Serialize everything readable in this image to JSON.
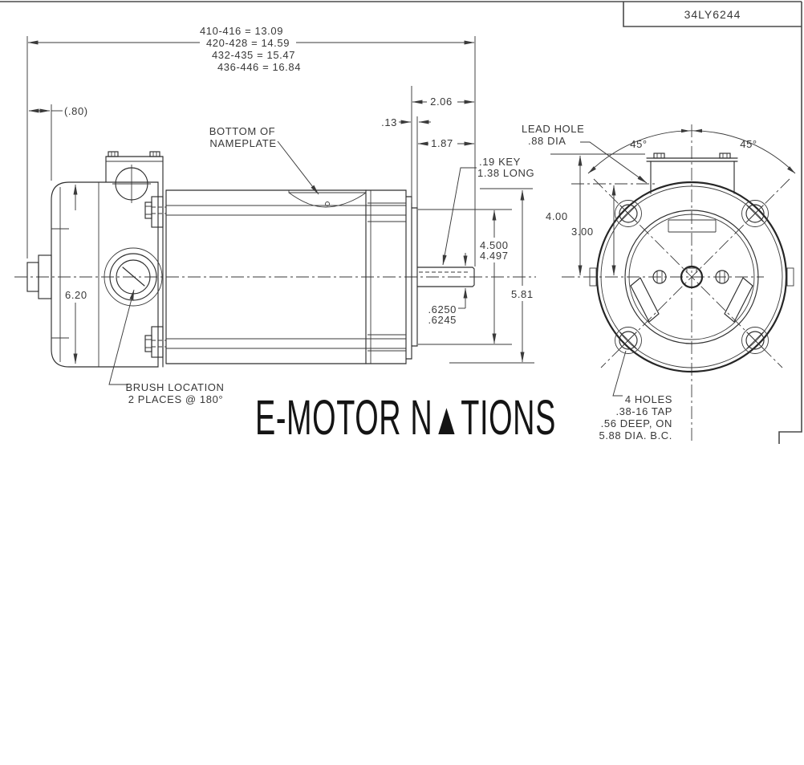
{
  "sheet": {
    "part_number": "34LY6244"
  },
  "colors": {
    "ink": "#2d2d2d",
    "background": "#ffffff"
  },
  "length_table": [
    "410-416 = 13.09",
    "420-428 = 14.59",
    "432-435 = 15.47",
    "436-446 = 16.84"
  ],
  "side_view": {
    "rear_overhang": "(.80)",
    "height": "6.20",
    "nameplate_note_1": "BOTTOM OF",
    "nameplate_note_2": "NAMEPLATE",
    "brush_note_1": "BRUSH LOCATION",
    "brush_note_2": "2 PLACES @ 180°",
    "shaft_ext_face": "2.06",
    "pilot_depth": ".13",
    "shaft_ext_pilot": "1.87",
    "key_note_1": ".19 KEY",
    "key_note_2": "1.38 LONG",
    "pilot_dia_max": "4.500",
    "pilot_dia_min": "4.497",
    "flange_height": "5.81",
    "shaft_dia_max": ".6250",
    "shaft_dia_min": ".6245"
  },
  "front_view": {
    "lead_hole_1": "LEAD HOLE",
    "lead_hole_2": ".88 DIA",
    "angle_left": "45°",
    "angle_right": "45°",
    "dim_lead_top": "4.00",
    "dim_lead": "3.00",
    "holes_note_1": "4 HOLES",
    "holes_note_2": ".38-16 TAP",
    "holes_note_3": ".56 DEEP, ON",
    "holes_note_4": "5.88 DIA. B.C."
  },
  "logo": {
    "part1": "E-MOTOR N",
    "a": "▲",
    "part2": "TIONS"
  }
}
